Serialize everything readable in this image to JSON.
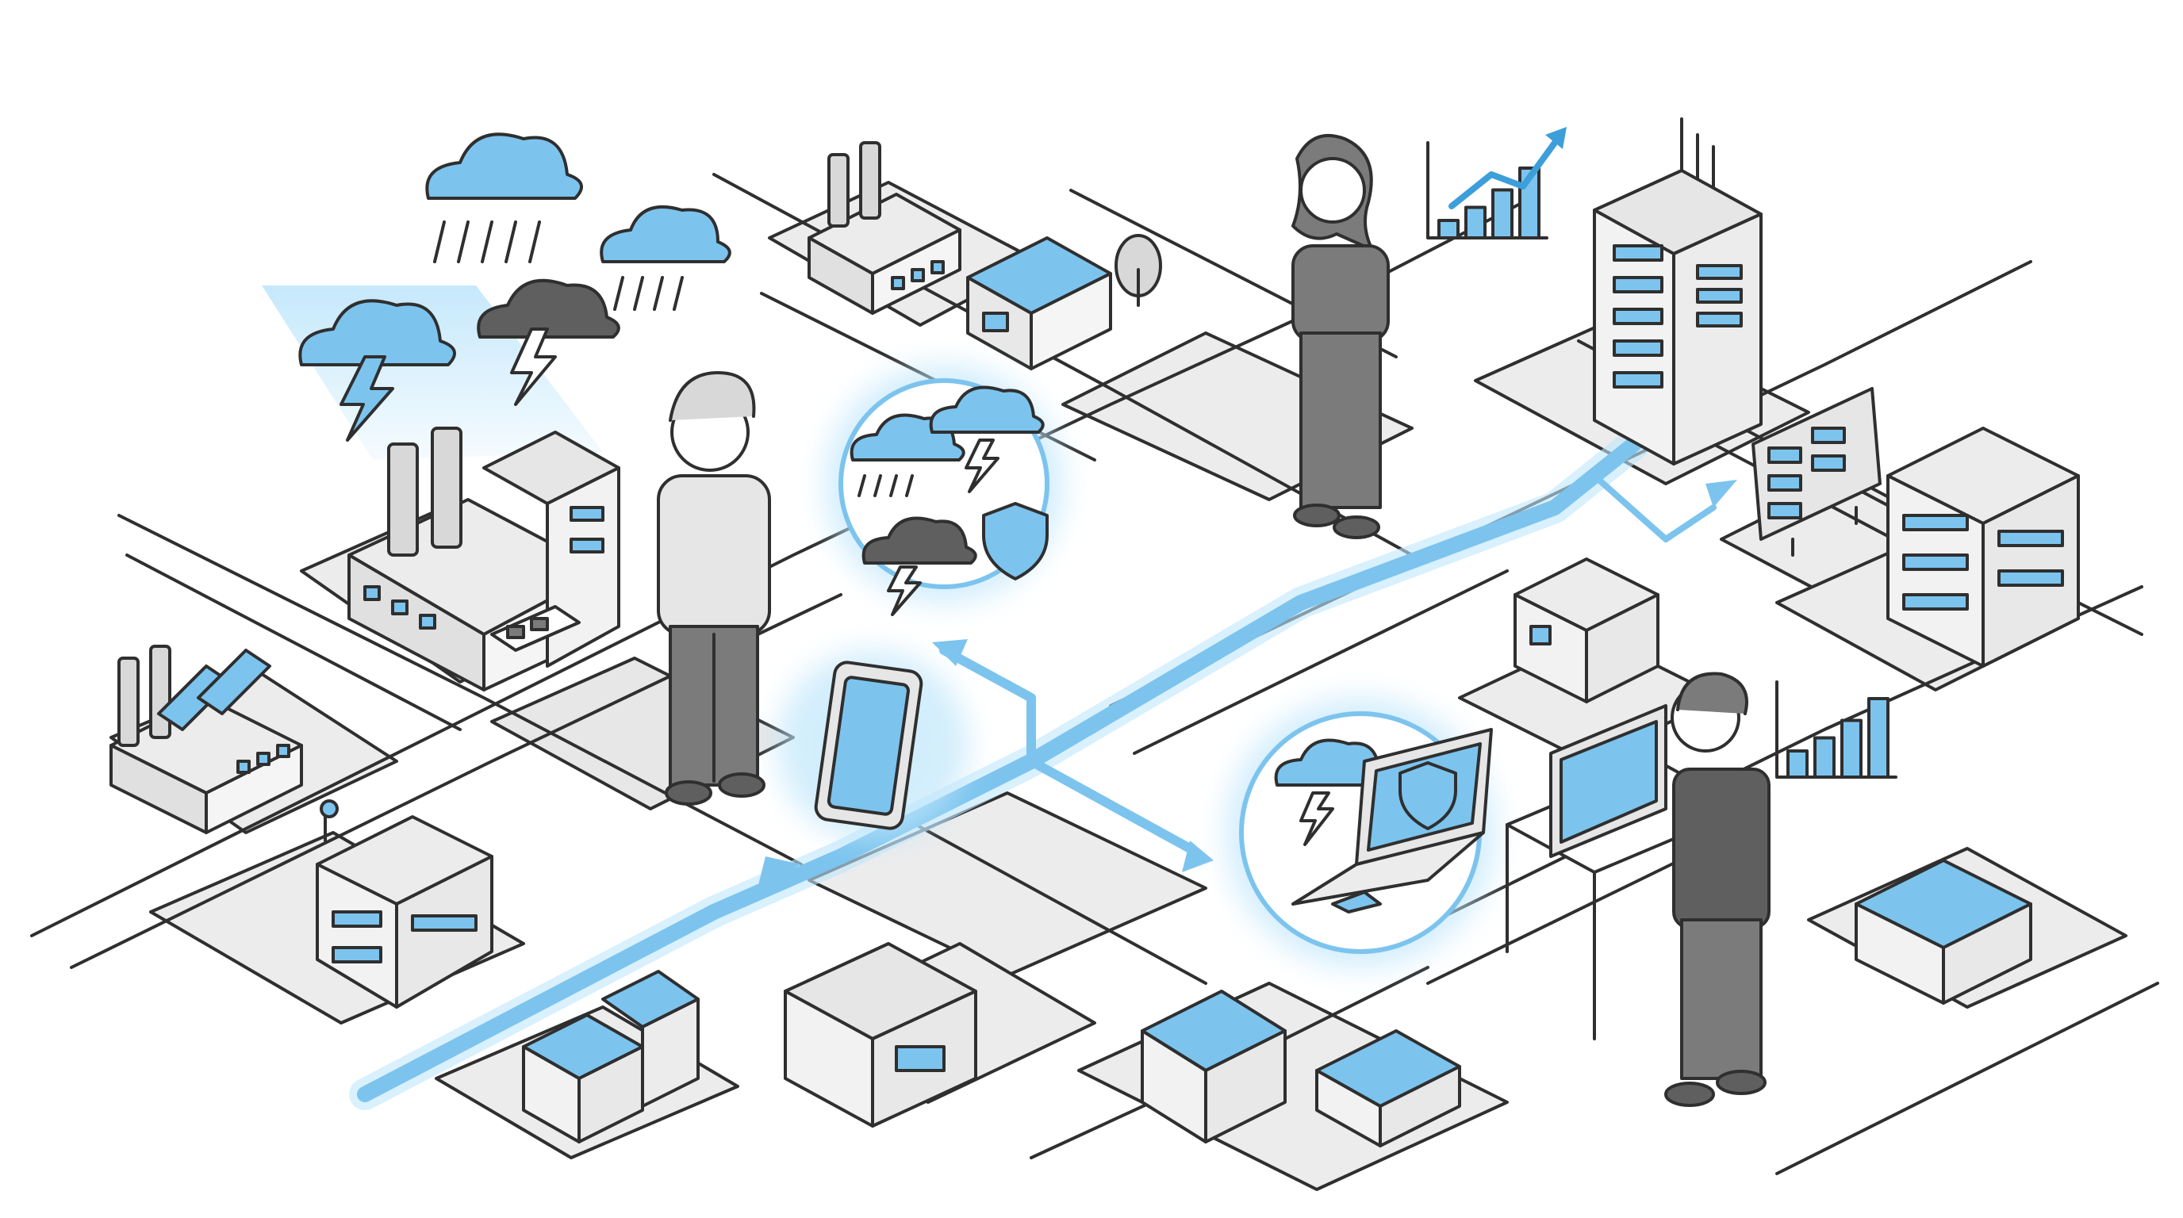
{
  "illustration": {
    "kind": "isometric city data flow illustration",
    "visible_text": []
  },
  "colors": {
    "accent": "#7cc4ee",
    "accent_dark": "#3d9fd9",
    "glow": "#bfe6fb",
    "road": "#ffffff",
    "block": "#ececec",
    "outline": "#2f2f2f",
    "gray_figure": "#7b7b7b",
    "dark_cloud": "#5f5f5f"
  },
  "icons": [
    "rain-cloud-icon",
    "storm-cloud-icon",
    "lightning-icon",
    "shield-icon",
    "smartphone-icon",
    "laptop-icon",
    "bar-chart-icon",
    "trend-arrow-icon",
    "factory-icon",
    "house-icon",
    "office-tower-icon",
    "server-rack-icon",
    "tree-icon",
    "desktop-monitor-icon"
  ],
  "bar_charts": [
    {
      "name": "top-chart",
      "values": [
        0.2,
        0.35,
        0.55,
        0.8
      ],
      "has_trend_arrow": true
    },
    {
      "name": "right-chart",
      "values": [
        0.3,
        0.45,
        0.65,
        0.9
      ],
      "has_trend_arrow": false
    }
  ]
}
